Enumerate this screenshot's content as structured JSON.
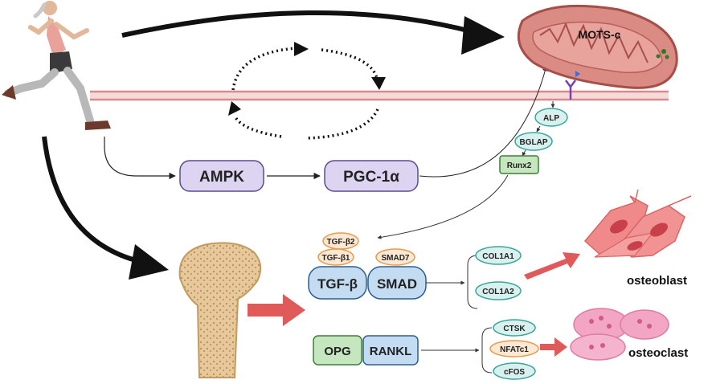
{
  "nodes": {
    "mots_c": "MOTS-c",
    "ampk": "AMPK",
    "pgc1a": "PGC-1α",
    "alp": "ALP",
    "bglap": "BGLAP",
    "runx2": "Runx2",
    "tgf_b2": "TGF-β2",
    "tgf_b1": "TGF-β1",
    "smad7": "SMAD7",
    "tgf_b": "TGF-β",
    "smad": "SMAD",
    "col1a1": "COL1A1",
    "col1a2": "COL1A2",
    "opg": "OPG",
    "rankl": "RANKL",
    "ctsk": "CTSK",
    "nfatc1": "NFATc1",
    "cfos": "cFOS"
  },
  "labels": {
    "osteoblast": "osteoblast",
    "osteoclast": "osteoclast"
  },
  "colors": {
    "purple_fill": "#dcd4f0",
    "purple_stroke": "#5b4c8f",
    "green_fill": "#c6e6bf",
    "green_stroke": "#3f7d37",
    "blue_fill": "#c4dcf1",
    "blue_stroke": "#2c5f8f",
    "orange_fill": "#fde9d3",
    "orange_stroke": "#e89a4e",
    "teal_fill": "#d8f0ee",
    "teal_stroke": "#3aa59b",
    "membrane": "#e8a6a6",
    "mitochondria": "#d98b84",
    "red_arrow": "#e05a5a"
  }
}
